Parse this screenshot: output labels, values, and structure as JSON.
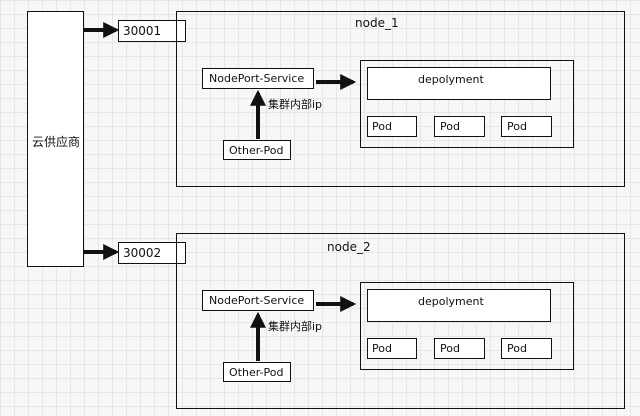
{
  "cloud_provider": {
    "label": "云供应商"
  },
  "ports": [
    "30001",
    "30002"
  ],
  "nodes": [
    {
      "title": "node_1",
      "service_label": "NodePort-Service",
      "cluster_ip_label": "集群内部ip",
      "other_pod_label": "Other-Pod",
      "deployment_label": "depolyment",
      "pods": [
        "Pod",
        "Pod",
        "Pod"
      ]
    },
    {
      "title": "node_2",
      "service_label": "NodePort-Service",
      "cluster_ip_label": "集群内部ip",
      "other_pod_label": "Other-Pod",
      "deployment_label": "depolyment",
      "pods": [
        "Pod",
        "Pod",
        "Pod"
      ]
    }
  ]
}
